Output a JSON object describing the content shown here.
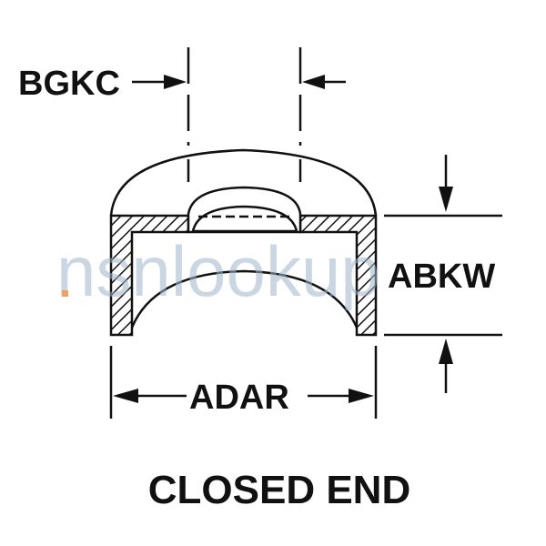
{
  "labels": {
    "top_dimension": "BGKC",
    "height_dimension": "ABKW",
    "width_dimension": "ADAR",
    "caption": "CLOSED END"
  },
  "watermark": "nsnlookup",
  "colors": {
    "ink": "#111111",
    "watermark": "#9fb6cc",
    "watermark_dot": "#f0a060"
  }
}
